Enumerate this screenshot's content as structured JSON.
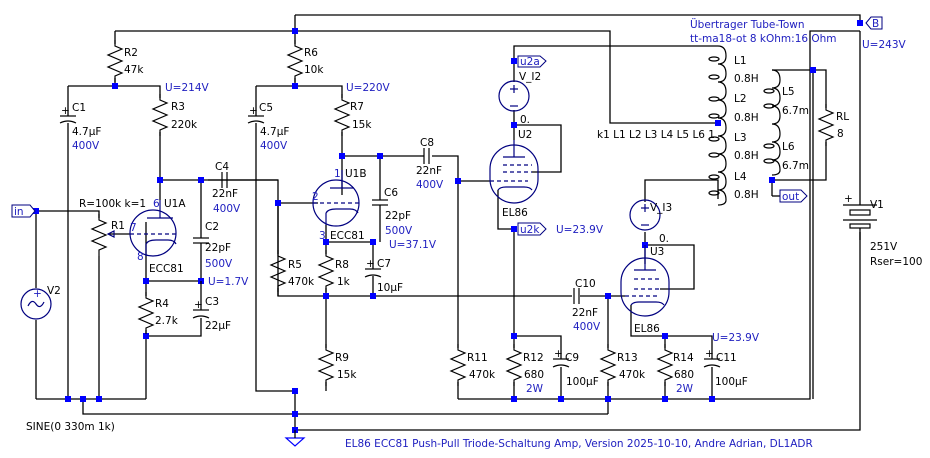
{
  "title": "EL86 ECC81 Push-Pull Triode-Schaltung Amp, Version 2025-10-10, Andre Adrian, DL1ADR",
  "transformer": {
    "line1": "Übertrager Tube-Town",
    "line2": "tt-ma18-ot 8 kOhm:16 Ohm",
    "coupling": "k1 L1 L2 L3 L4 L5 L6 1"
  },
  "labels": {
    "in": "in",
    "out": "out",
    "B": "B",
    "u2a": "u2a",
    "u2k": "u2k"
  },
  "voltages": {
    "u_r3": "U=214V",
    "u_r7": "U=220V",
    "u_c3": "U=1.7V",
    "u_c7": "U=37.1V",
    "u_u2k": "U=23.9V",
    "u_c11": "U=23.9V",
    "u_b": "U=243V"
  },
  "components": {
    "R1": {
      "name": "R1",
      "value": "R=100k k=1"
    },
    "R2": {
      "name": "R2",
      "value": "47k"
    },
    "R3": {
      "name": "R3",
      "value": "220k"
    },
    "R4": {
      "name": "R4",
      "value": "2.7k"
    },
    "R5": {
      "name": "R5",
      "value": "470k"
    },
    "R6": {
      "name": "R6",
      "value": "10k"
    },
    "R7": {
      "name": "R7",
      "value": "15k"
    },
    "R8": {
      "name": "R8",
      "value": "1k"
    },
    "R9": {
      "name": "R9",
      "value": "15k"
    },
    "R11": {
      "name": "R11",
      "value": "470k"
    },
    "R12": {
      "name": "R12",
      "value": "680",
      "rating": "2W"
    },
    "R13": {
      "name": "R13",
      "value": "470k"
    },
    "R14": {
      "name": "R14",
      "value": "680",
      "rating": "2W"
    },
    "RL": {
      "name": "RL",
      "value": "8"
    },
    "C1": {
      "name": "C1",
      "value": "4.7µF",
      "rating": "400V"
    },
    "C2": {
      "name": "C2",
      "value": "22pF",
      "rating": "500V"
    },
    "C3": {
      "name": "C3",
      "value": "22µF"
    },
    "C4": {
      "name": "C4",
      "value": "22nF",
      "rating": "400V"
    },
    "C5": {
      "name": "C5",
      "value": "4.7µF",
      "rating": "400V"
    },
    "C6": {
      "name": "C6",
      "value": "22pF",
      "rating": "500V"
    },
    "C7": {
      "name": "C7",
      "value": "10µF"
    },
    "C8": {
      "name": "C8",
      "value": "22nF",
      "rating": "400V"
    },
    "C9": {
      "name": "C9",
      "value": "100µF"
    },
    "C10": {
      "name": "C10",
      "value": "22nF",
      "rating": "400V"
    },
    "C11": {
      "name": "C11",
      "value": "100µF"
    },
    "L1": {
      "name": "L1",
      "value": "0.8H"
    },
    "L2": {
      "name": "L2",
      "value": "0.8H"
    },
    "L3": {
      "name": "L3",
      "value": "0.8H"
    },
    "L4": {
      "name": "L4",
      "value": "0.8H"
    },
    "L5": {
      "name": "L5",
      "value": "6.7m"
    },
    "L6": {
      "name": "L6",
      "value": "6.7m"
    },
    "V1": {
      "name": "V1",
      "value": "251V",
      "rser": "Rser=100"
    },
    "V2": {
      "name": "V2",
      "value": "SINE(0 330m 1k)"
    },
    "V_I2": {
      "name": "V_I2",
      "value": "0."
    },
    "V_I3": {
      "name": "V_I3",
      "value": "0."
    },
    "U1A": {
      "name": "U1A",
      "model": "ECC81",
      "pins": [
        "6",
        "7",
        "8"
      ]
    },
    "U1B": {
      "name": "U1B",
      "model": "ECC81",
      "pins": [
        "1",
        "2",
        "3"
      ]
    },
    "U2": {
      "name": "U2",
      "model": "EL86"
    },
    "U3": {
      "name": "U3",
      "model": "EL86"
    }
  }
}
